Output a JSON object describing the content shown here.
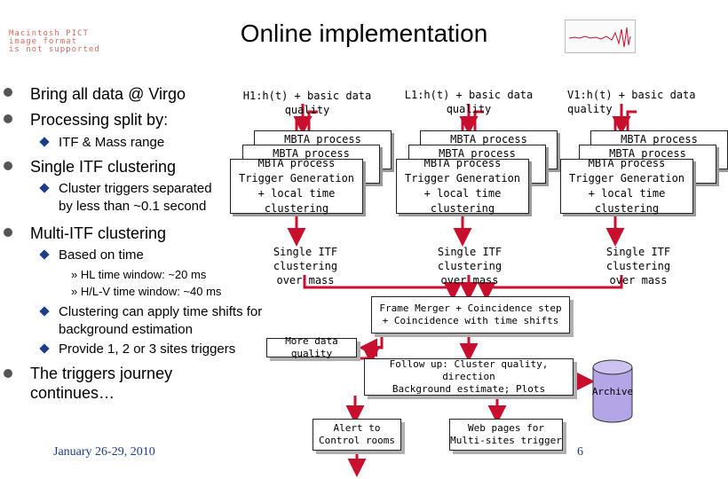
{
  "title": "Online implementation",
  "mac_note": [
    "Macintosh PICT",
    "image format",
    "is not supported"
  ],
  "bullets": {
    "bring_all": "Bring all data @ Virgo",
    "processing_split": "Processing split by:",
    "itf_mass": "ITF & Mass range",
    "single_itf": "Single ITF clustering",
    "cluster_sep_1": "Cluster triggers separated",
    "cluster_sep_2": "by less than ~0.1 second",
    "multi_itf": "Multi-ITF clustering",
    "based_on_time": "Based on time",
    "hl_window": "» HL time window: ~20 ms",
    "hlv_window": "» H/L-V time window: ~40 ms",
    "time_shifts_1": "Clustering can apply time shifts for",
    "time_shifts_2": "background estimation",
    "sites": "Provide 1, 2 or 3 sites triggers",
    "journey_1": "The triggers journey",
    "journey_2": "continues…"
  },
  "flow": {
    "h1": "H1:h(t) + basic data quality",
    "l1": "L1:h(t) + basic data quality",
    "v1": "V1:h(t) + basic data quality",
    "mbta_back_title": "MBTA process",
    "mbta_mid_title": "MBTA process",
    "mbta_front": [
      "MBTA process",
      "Trigger Generation",
      "+ local time clustering"
    ],
    "single_cluster": [
      "Single ITF clustering",
      "over mass"
    ],
    "frame_merger": [
      "Frame Merger + Coincidence step",
      "+ Coincidence with time shifts"
    ],
    "more_dq": "More data quality",
    "follow_up": [
      "Follow up: Cluster quality, direction",
      "Background estimate; Plots"
    ],
    "archive": "Archive",
    "alert": [
      "Alert to",
      "Control rooms"
    ],
    "web": [
      "Web pages for",
      "Multi-sites trigger"
    ]
  },
  "footer": {
    "date": "January 26-29, 2010",
    "page": "6"
  },
  "colors": {
    "arrow": "#c8102e",
    "diamond": "#1b3d8a",
    "archive": "#b4a6e6"
  }
}
